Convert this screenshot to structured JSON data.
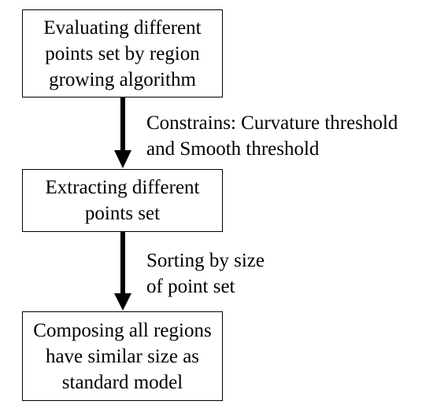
{
  "diagram": {
    "steps": [
      {
        "lines": [
          "Evaluating different",
          "points set by region",
          "growing algorithm"
        ]
      },
      {
        "lines": [
          "Extracting different",
          "points set"
        ]
      },
      {
        "lines": [
          "Composing all regions",
          "have similar size as",
          "standard model"
        ]
      }
    ],
    "transitions": [
      {
        "lines": [
          "Constrains: Curvature threshold",
          "and Smooth threshold"
        ]
      },
      {
        "lines": [
          "Sorting by size",
          "of point set"
        ]
      }
    ]
  }
}
